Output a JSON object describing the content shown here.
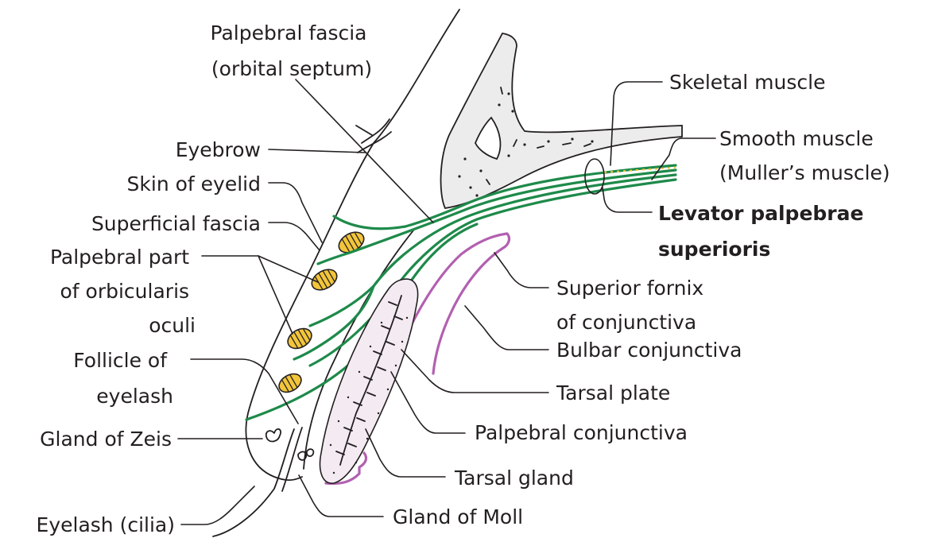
{
  "figure": {
    "colors": {
      "ink": "#231f20",
      "muscle": "#1e8a4a",
      "conjunctiva": "#b260b0",
      "orbicularis_fibers": "#f2c53a",
      "bone": "#ececec",
      "tarsal_plate": "#f3eaf2"
    }
  },
  "labels": {
    "palpebral_fascia": [
      "Palpebral fascia",
      "(orbital septum)"
    ],
    "skeletal_muscle": "Skeletal muscle",
    "smooth_muscle": [
      "Smooth muscle",
      "(Muller’s muscle)"
    ],
    "eyebrow": "Eyebrow",
    "skin_of_eyelid": "Skin of eyelid",
    "superficial_fascia": "Superficial fascia",
    "levator": [
      "Levator palpebrae",
      "superioris"
    ],
    "orbicularis": [
      "Palpebral part",
      "of orbicularis",
      "oculi"
    ],
    "superior_fornix": [
      "Superior fornix",
      "of conjunctiva"
    ],
    "bulbar_conjunctiva": "Bulbar conjunctiva",
    "follicle": [
      "Follicle of",
      "eyelash"
    ],
    "tarsal_plate": "Tarsal plate",
    "palpebral_conjunctiva": "Palpebral conjunctiva",
    "gland_of_zeis": "Gland of Zeis",
    "tarsal_gland": "Tarsal gland",
    "eyelash": "Eyelash (cilia)",
    "gland_of_moll": "Gland of Moll"
  }
}
